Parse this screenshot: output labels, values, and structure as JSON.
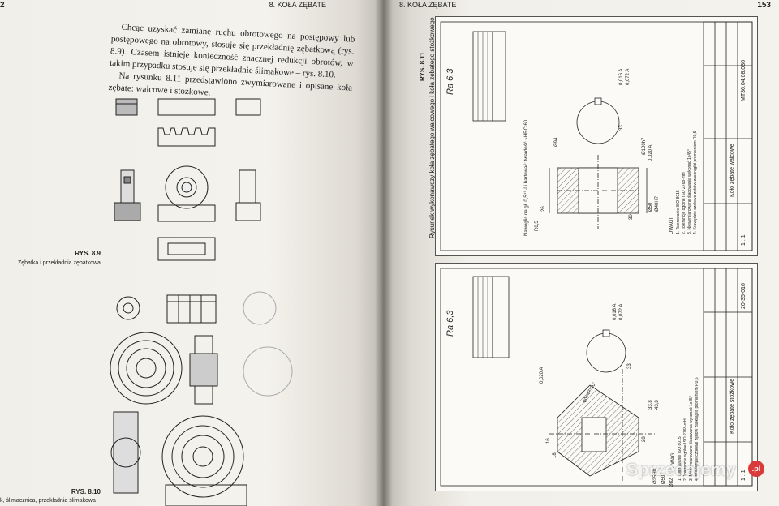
{
  "left_page": {
    "page_number": "2",
    "running_header": "8. KOŁA ZĘBATE",
    "paragraphs": [
      "Chcąc uzyskać zamianę ruchu obrotowego na postępowy lub postępowego na obrotowy, stosuje się przekładnię zębatkową (rys. 8.9). Czasem istnieje konieczność znacznej redukcji obrotów, w takim przypadku stosuje się przekładnie ślimakowe – rys. 8.10.",
      "Na rysunku 8.11 przedstawiono zwymiarowane i opisane koła zębate: walcowe i stożkowe."
    ],
    "figure_89": {
      "label": "RYS. 8.9",
      "caption": "Zębatka i przekładnia zębatkowa"
    },
    "figure_810": {
      "label": "RYS. 8.10",
      "caption": "k, ślimacznica, przekładnia ślimakowa"
    }
  },
  "right_page": {
    "page_number": "153",
    "running_header": "8. KOŁA ZĘBATE",
    "figure_811": {
      "label": "RYS. 8.11",
      "caption": "Rysunek wykonawczy koła zębatego walcowego i koła zębatego stożkowego"
    },
    "sheet_top": {
      "roughness": "Ra 6,3",
      "part_name": "Koło zębate walcowe",
      "drawing_number": "MT36.04.08.036",
      "dims": [
        "Ø94",
        "Ø50",
        "Ø40H7",
        "Ø100h7",
        "26",
        "30",
        "33",
        "R0,5"
      ],
      "tolerances": [
        "0,016 A",
        "0,072 A",
        "0,020 A"
      ],
      "notes_title": "UWAGI",
      "notes": [
        "1. Tolerowanie ISO 8015",
        "2. Tolerancje ogólne ISO 2768-mH",
        "3. Niewymiarowane ślacowania wykonać 1x45°",
        "4. Krawędzie czołowe zębów zaokrąglić promieniem R0,5"
      ],
      "hardening_note": "Nawęglić na gł. 0,5⁺⁰·² i hartować: twardość ~HRC 60",
      "scale": "1 : 1"
    },
    "sheet_bottom": {
      "roughness": "Ra 6,3",
      "part_name": "Koło zębate stożkowe",
      "drawing_number": "20-35-016",
      "dims": [
        "Ø82",
        "Ø50",
        "Ø25H8",
        "33",
        "16",
        "18",
        "28",
        "33,8",
        "43,8",
        "φδ=47°30'"
      ],
      "tolerances": [
        "0,016 A",
        "0,072 A",
        "0,020 A"
      ],
      "notes_title": "UWAGI",
      "notes": [
        "1. Tolerowanie ISO 8015",
        "2. Tolerancje ogólne ISO 2768-mH",
        "3. Niewymiarowane ślacowania wykonać 1x45°",
        "4. Krawędzie czołowe zębów zaokrąglić promieniem R0,5"
      ],
      "scale": "1 : 1"
    }
  },
  "watermark": {
    "text": "Sprzedajemy",
    "logo": ".pl"
  },
  "colors": {
    "paper": "#f4f2ec",
    "ink": "#1d1d1d",
    "hatch": "#555555",
    "watermark_logo": "#d93a3a"
  }
}
